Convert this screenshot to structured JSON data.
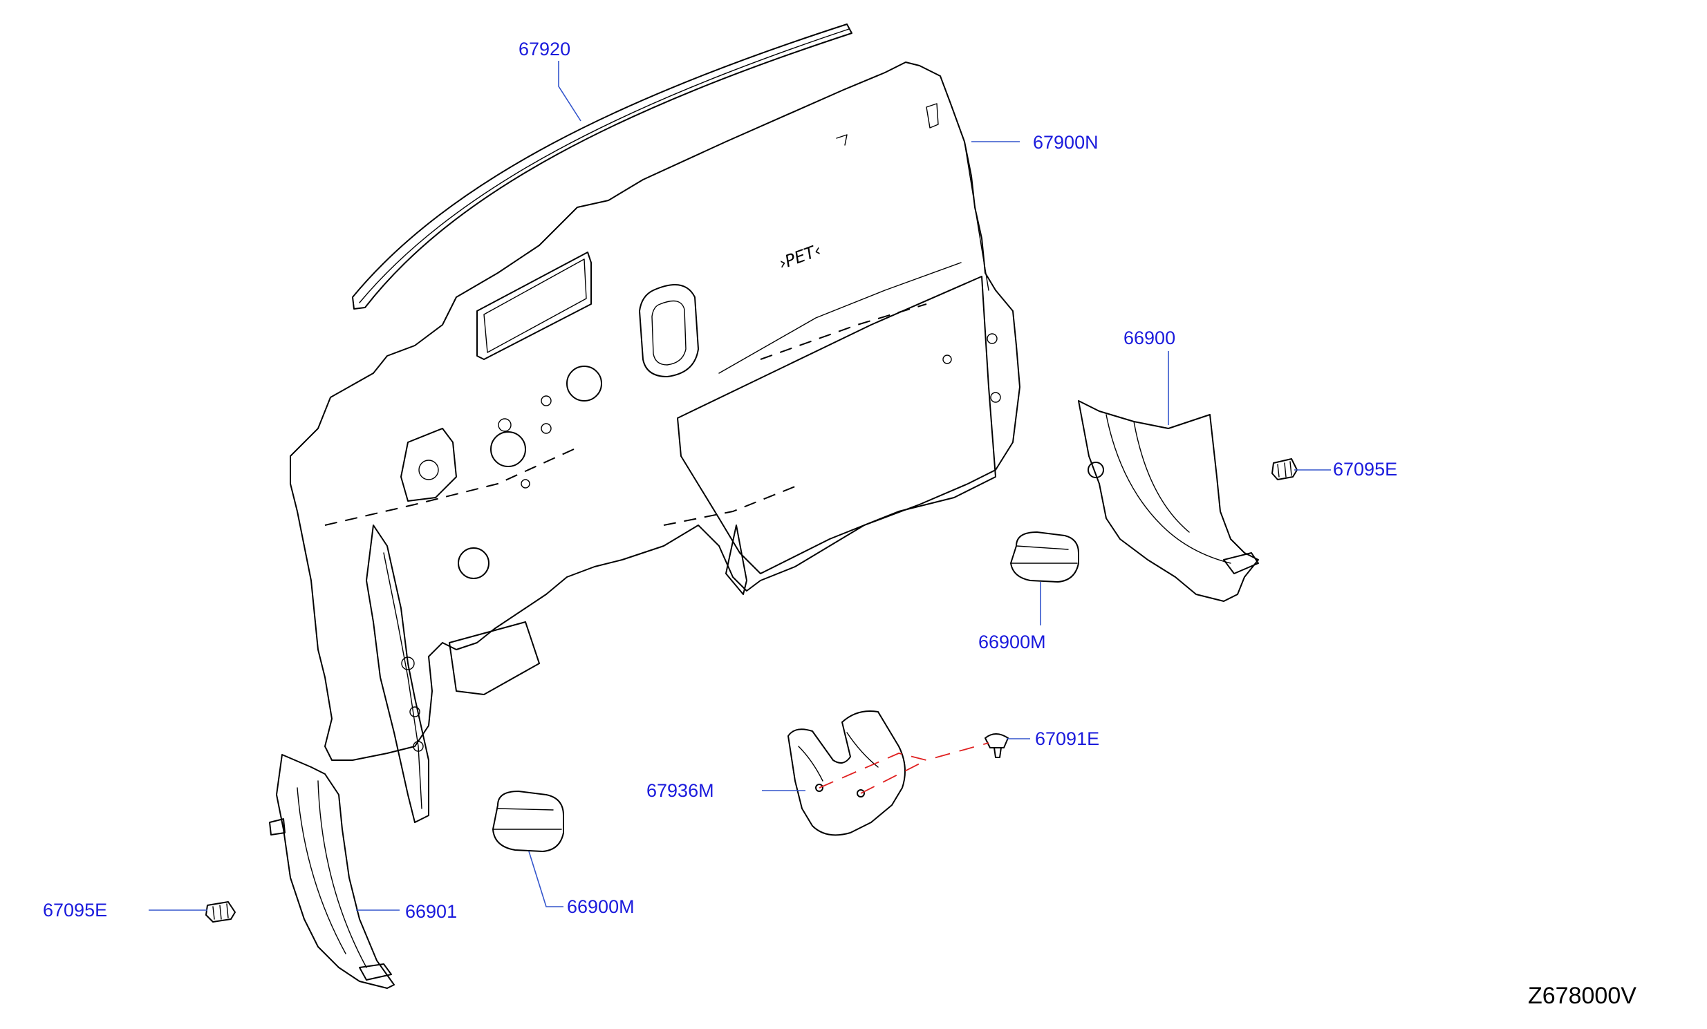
{
  "colors": {
    "label": "#1a1adc",
    "leader": "#3355cc",
    "hidden_line": "#e02020",
    "outline": "#000000",
    "background": "#ffffff"
  },
  "labels": {
    "p67920": "67920",
    "p67900N": "67900N",
    "p66900": "66900",
    "p67095E_right": "67095E",
    "p66900M_right": "66900M",
    "p67091E": "67091E",
    "p67936M": "67936M",
    "p67095E_left": "67095E",
    "p66901": "66901",
    "p66900M_left": "66900M"
  },
  "stamp_text": "›PET‹",
  "diagram_code": "Z678000V"
}
